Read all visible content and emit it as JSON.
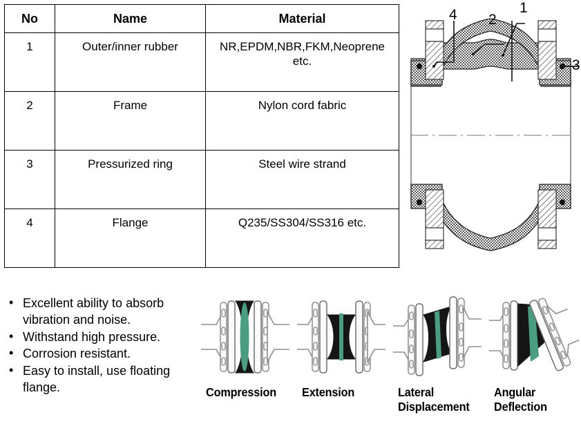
{
  "spec_table": {
    "headers": [
      "No",
      "Name",
      "Material"
    ],
    "rows": [
      {
        "no": "1",
        "name": "Outer/inner rubber",
        "material": "NR,EPDM,NBR,FKM,Neoprene etc."
      },
      {
        "no": "2",
        "name": "Frame",
        "material": "Nylon cord fabric"
      },
      {
        "no": "3",
        "name": "Pressurized ring",
        "material": "Steel wire strand"
      },
      {
        "no": "4",
        "name": "Flange",
        "material": "Q235/SS304/SS316 etc."
      }
    ]
  },
  "drawing": {
    "callouts": [
      {
        "id": "callout-4",
        "label": "4"
      },
      {
        "id": "callout-2",
        "label": "2"
      },
      {
        "id": "callout-1",
        "label": "1"
      },
      {
        "id": "callout-3",
        "label": "3"
      }
    ]
  },
  "features": {
    "bullet_glyph": "•",
    "items": [
      "Excellent ability to absorb vibration and noise.",
      "Withstand high pressure.",
      "Corrosion resistant.",
      "Easy to install, use floating flange."
    ]
  },
  "movements": [
    {
      "label": "Compression",
      "icon": "compression-joint-icon"
    },
    {
      "label": "Extension",
      "icon": "extension-joint-icon"
    },
    {
      "label": "Lateral\nDisplacement",
      "icon": "lateral-displacement-joint-icon"
    },
    {
      "label": "Angular\nDeflection",
      "icon": "angular-deflection-joint-icon"
    }
  ],
  "colors": {
    "rubber_green": "#4a9d80",
    "rubber_black": "#141414",
    "flange_gray": "#9a9a9a",
    "line_black": "#000000"
  }
}
